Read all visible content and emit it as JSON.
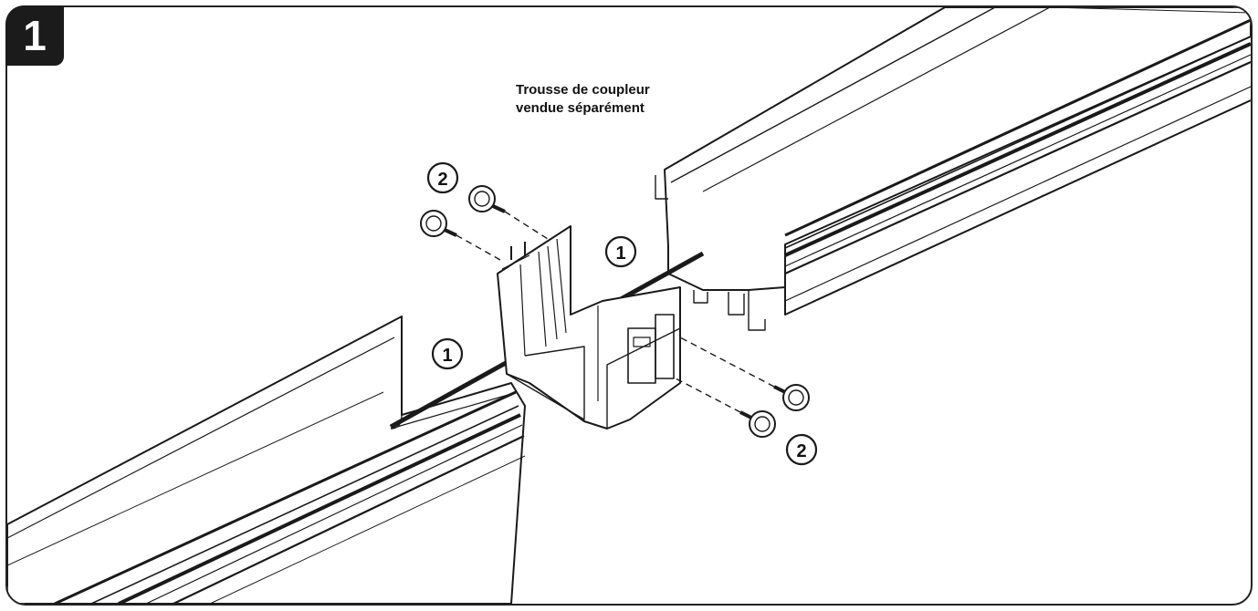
{
  "step_number": "1",
  "kit_note": {
    "line1": "Trousse de coupleur",
    "line2": "vendue séparément"
  },
  "callouts": {
    "insert_left": "1",
    "insert_right": "1",
    "screws_top": "2",
    "screws_bottom": "2"
  }
}
